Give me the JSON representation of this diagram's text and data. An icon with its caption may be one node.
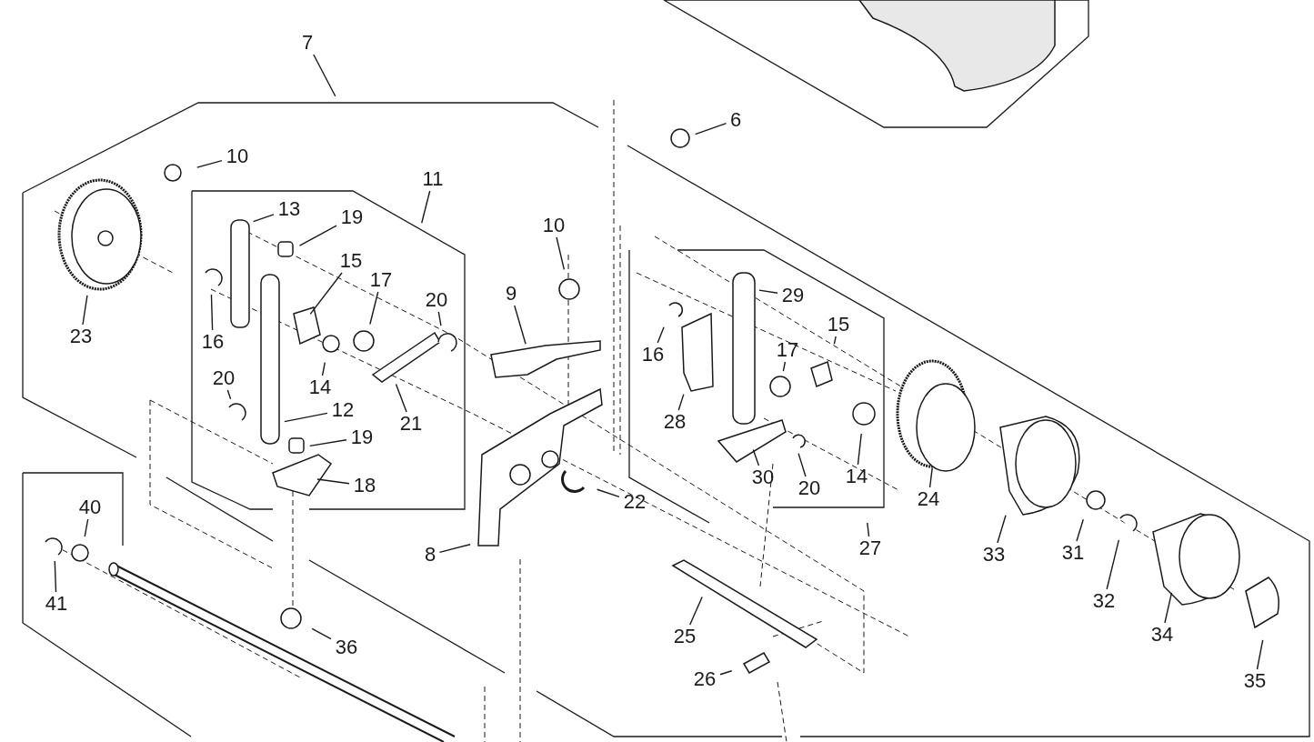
{
  "diagram": {
    "nodes": [
      {
        "text": [
          "7"
        ]
      },
      {
        "text": [
          "6"
        ]
      },
      {
        "text": [
          "10"
        ]
      },
      {
        "text": [
          "23"
        ]
      },
      {
        "text": [
          "13"
        ]
      },
      {
        "text": [
          "19"
        ]
      },
      {
        "text": [
          "11"
        ]
      },
      {
        "text": [
          "15"
        ]
      },
      {
        "text": [
          "17"
        ]
      },
      {
        "text": [
          "20"
        ]
      },
      {
        "text": [
          "16"
        ]
      },
      {
        "text": [
          "14"
        ]
      },
      {
        "text": [
          "21"
        ]
      },
      {
        "text": [
          "20"
        ]
      },
      {
        "text": [
          "12"
        ]
      },
      {
        "text": [
          "19"
        ]
      },
      {
        "text": [
          "18"
        ]
      },
      {
        "text": [
          "10"
        ]
      },
      {
        "text": [
          "9"
        ]
      },
      {
        "text": [
          "22"
        ]
      },
      {
        "text": [
          "8"
        ]
      },
      {
        "text": [
          "36"
        ]
      },
      {
        "text": [
          "40"
        ]
      },
      {
        "text": [
          "41"
        ]
      },
      {
        "text": [
          "29"
        ]
      },
      {
        "text": [
          "16"
        ]
      },
      {
        "text": [
          "17"
        ]
      },
      {
        "text": [
          "15"
        ]
      },
      {
        "text": [
          "28"
        ]
      },
      {
        "text": [
          "30"
        ]
      },
      {
        "text": [
          "20"
        ]
      },
      {
        "text": [
          "14"
        ]
      },
      {
        "text": [
          "24"
        ]
      },
      {
        "text": [
          "27"
        ]
      },
      {
        "text": [
          "33"
        ]
      },
      {
        "text": [
          "31"
        ]
      },
      {
        "text": [
          "32"
        ]
      },
      {
        "text": [
          "34"
        ]
      },
      {
        "text": [
          "35"
        ]
      },
      {
        "text": [
          "25"
        ]
      },
      {
        "text": [
          "26"
        ]
      }
    ],
    "edges": [
      {
        "from": 0,
        "to": null,
        "arrow": "none"
      },
      {
        "from": 1,
        "to": null,
        "arrow": "none"
      },
      {
        "from": 2,
        "to": null,
        "arrow": "none"
      },
      {
        "from": 3,
        "to": null,
        "arrow": "none"
      },
      {
        "from": 4,
        "to": null,
        "arrow": "none"
      },
      {
        "from": 5,
        "to": null,
        "arrow": "none"
      },
      {
        "from": 6,
        "to": null,
        "arrow": "none"
      },
      {
        "from": 7,
        "to": null,
        "arrow": "none"
      },
      {
        "from": 8,
        "to": null,
        "arrow": "none"
      },
      {
        "from": 9,
        "to": null,
        "arrow": "none"
      },
      {
        "from": 10,
        "to": null,
        "arrow": "none"
      },
      {
        "from": 11,
        "to": null,
        "arrow": "none"
      },
      {
        "from": 12,
        "to": null,
        "arrow": "none"
      },
      {
        "from": 13,
        "to": null,
        "arrow": "none"
      },
      {
        "from": 14,
        "to": null,
        "arrow": "none"
      },
      {
        "from": 15,
        "to": null,
        "arrow": "none"
      },
      {
        "from": 16,
        "to": null,
        "arrow": "none"
      },
      {
        "from": 17,
        "to": null,
        "arrow": "none"
      },
      {
        "from": 18,
        "to": null,
        "arrow": "none"
      },
      {
        "from": 19,
        "to": null,
        "arrow": "none"
      },
      {
        "from": 20,
        "to": null,
        "arrow": "none"
      },
      {
        "from": 21,
        "to": null,
        "arrow": "none"
      },
      {
        "from": 22,
        "to": null,
        "arrow": "none"
      },
      {
        "from": 23,
        "to": null,
        "arrow": "none"
      },
      {
        "from": 24,
        "to": null,
        "arrow": "none"
      },
      {
        "from": 25,
        "to": null,
        "arrow": "none"
      },
      {
        "from": 26,
        "to": null,
        "arrow": "none"
      },
      {
        "from": 27,
        "to": null,
        "arrow": "none"
      },
      {
        "from": 28,
        "to": null,
        "arrow": "none"
      },
      {
        "from": 29,
        "to": null,
        "arrow": "none"
      },
      {
        "from": 30,
        "to": null,
        "arrow": "none"
      },
      {
        "from": 31,
        "to": null,
        "arrow": "none"
      },
      {
        "from": 32,
        "to": null,
        "arrow": "none"
      },
      {
        "from": 33,
        "to": null,
        "arrow": "none"
      },
      {
        "from": 34,
        "to": null,
        "arrow": "none"
      },
      {
        "from": 35,
        "to": null,
        "arrow": "none"
      },
      {
        "from": 36,
        "to": null,
        "arrow": "none"
      },
      {
        "from": 37,
        "to": null,
        "arrow": "none"
      },
      {
        "from": 38,
        "to": null,
        "arrow": "none"
      },
      {
        "from": 39,
        "to": null,
        "arrow": "none"
      },
      {
        "from": 40,
        "to": null,
        "arrow": "none"
      }
    ]
  }
}
